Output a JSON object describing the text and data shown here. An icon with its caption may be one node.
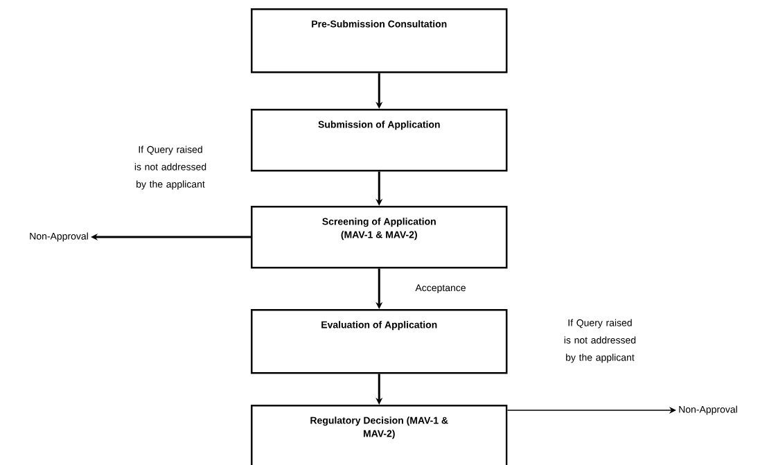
{
  "diagram": {
    "nodes": [
      {
        "text": [
          "Pre-Submission Consultation"
        ]
      },
      {
        "text": [
          "Submission of Application"
        ]
      },
      {
        "text": [
          "Screening of Application (MAV-1 & MAV-2)"
        ]
      },
      {
        "text": [
          "Evaluation of Application"
        ]
      },
      {
        "text": [
          "Regulatory Decision (MAV-1 & MAV-2)"
        ]
      },
      {
        "text": [
          "Non-Approval"
        ]
      },
      {
        "text": [
          "Non-Approval"
        ]
      }
    ],
    "edges": [
      {
        "from": 0,
        "to": 1,
        "arrow": "to"
      },
      {
        "from": 1,
        "to": 2,
        "arrow": "to"
      },
      {
        "from": 2,
        "to": 3,
        "arrow": "to",
        "label": "Acceptance"
      },
      {
        "from": 3,
        "to": 4,
        "arrow": "to"
      },
      {
        "from": 2,
        "to": 5,
        "arrow": "to"
      },
      {
        "from": 4,
        "to": 6,
        "arrow": "to"
      }
    ],
    "labels": [
      "If Query raised is not addressed by the applicant",
      "If Query raised is not addressed by the applicant"
    ]
  }
}
